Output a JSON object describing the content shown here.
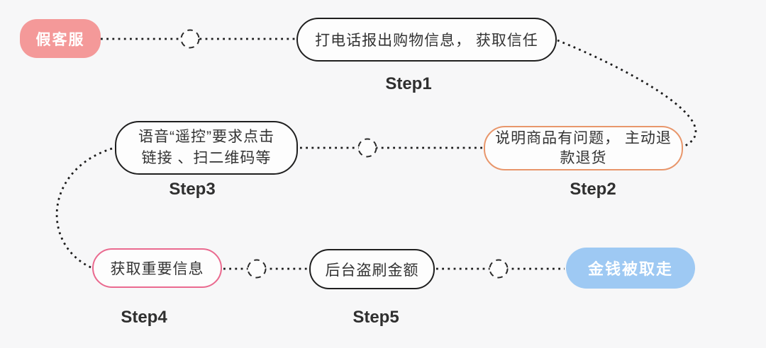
{
  "diagram": {
    "type": "flowchart",
    "source": {
      "label": "假客服",
      "fill": "#f49999",
      "text_color": "#ffffff"
    },
    "sink": {
      "label": "金钱被取走",
      "fill": "#9ec9f3",
      "text_color": "#ffffff"
    },
    "steps": [
      {
        "label": "Step1",
        "lines": [
          "打电话报出购物信息， 获取信任"
        ],
        "border_color": "#1f1f1f"
      },
      {
        "label": "Step2",
        "lines": [
          "说明商品有问题， 主动退",
          "款退货"
        ],
        "border_color": "#e8966b"
      },
      {
        "label": "Step3",
        "lines": [
          "语音“遥控”要求点击",
          "链接 、扫二维码等"
        ],
        "border_color": "#1f1f1f"
      },
      {
        "label": "Step4",
        "lines": [
          "获取重要信息"
        ],
        "border_color": "#ea6a8f"
      },
      {
        "label": "Step5",
        "lines": [
          "后台盗刷金额"
        ],
        "border_color": "#1f1f1f"
      }
    ],
    "flow_order": [
      "假客服",
      "Step1",
      "Step2",
      "Step3",
      "Step4",
      "Step5",
      "金钱被取走"
    ],
    "palette": {
      "background": "#f7f7f8",
      "node_fill": "#fdfdfd",
      "node_text": "#333333",
      "step_label_color": "#2f2f2f",
      "connector_color": "#1c1c1c"
    }
  }
}
